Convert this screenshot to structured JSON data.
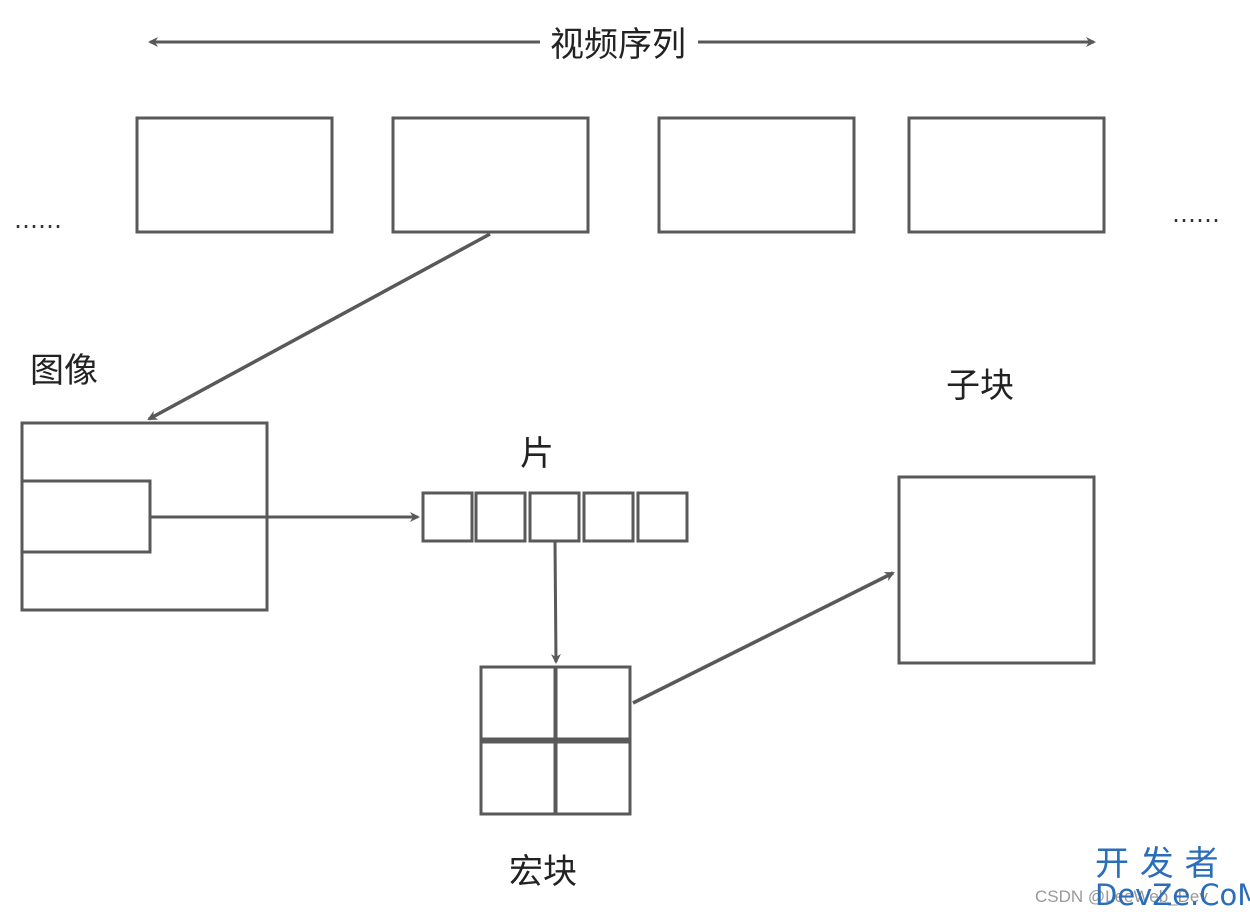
{
  "diagram": {
    "sequence_label": "视频序列",
    "ellipsis_left": "……",
    "ellipsis_right": "……",
    "image_label": "图像",
    "slice_label": "片",
    "macroblock_label": "宏块",
    "subblock_label": "子块"
  },
  "watermark": {
    "site_cn": "开 发 者",
    "site_en": "DevZe.CoM",
    "credit": "CSDN @LeeWeb_Dev"
  },
  "colors": {
    "stroke": "#595959",
    "text": "#222222",
    "watermark": "#2a6db8"
  }
}
